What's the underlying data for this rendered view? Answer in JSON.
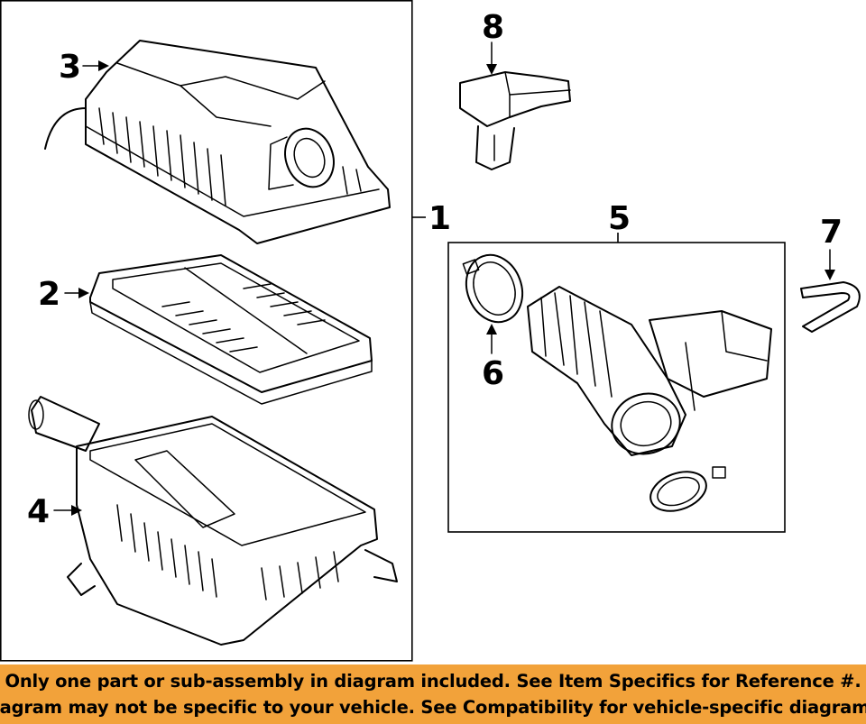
{
  "callouts": {
    "c1": "1",
    "c2": "2",
    "c3": "3",
    "c4": "4",
    "c5": "5",
    "c6": "6",
    "c7": "7",
    "c8": "8"
  },
  "parts": [
    {
      "number": "1",
      "icon": "air-cleaner-assembly-bracket"
    },
    {
      "number": "2",
      "icon": "air-filter-element-icon"
    },
    {
      "number": "3",
      "icon": "air-cleaner-upper-cover-icon"
    },
    {
      "number": "4",
      "icon": "air-cleaner-lower-case-icon"
    },
    {
      "number": "5",
      "icon": "intake-hose-assembly-frame"
    },
    {
      "number": "6",
      "icon": "hose-clamp-icon"
    },
    {
      "number": "7",
      "icon": "breather-hose-icon"
    },
    {
      "number": "8",
      "icon": "airflow-sensor-icon"
    }
  ],
  "notice": {
    "line1": "Only one part or sub-assembly in diagram included. See Item Specifics for Reference #.",
    "line2": "Diagram may not be specific to your vehicle. See Compatibility for vehicle-specific diagrams.",
    "background": "#f2a23a"
  }
}
